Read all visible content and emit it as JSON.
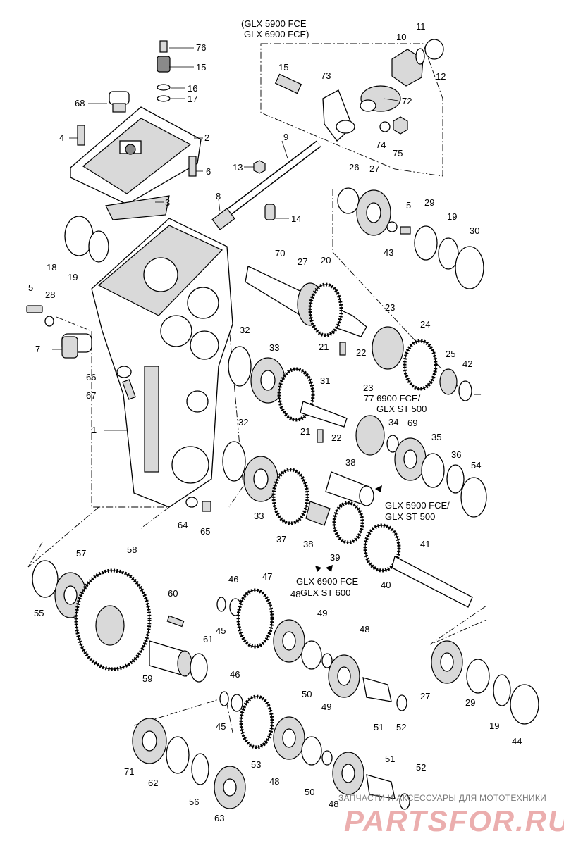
{
  "notes": {
    "top_variant_line1": "(GLX 5900 FCE",
    "top_variant_line2": "GLX 6900 FCE)",
    "mid_variant_line1": "77 6900 FCE/",
    "mid_variant_line2": "GLX ST 500",
    "sleeve_variant_line1": "GLX 5900 FCE/",
    "sleeve_variant_line2": "GLX ST 500",
    "gear_variant_line1": "GLX 6900 FCE",
    "gear_variant_line2": "GLX ST 600"
  },
  "callouts": [
    "76",
    "15",
    "16",
    "17",
    "68",
    "4",
    "2",
    "6",
    "3",
    "10",
    "11",
    "12",
    "15",
    "73",
    "72",
    "74",
    "75",
    "9",
    "13",
    "8",
    "14",
    "26",
    "27",
    "5",
    "29",
    "19",
    "30",
    "43",
    "18",
    "19",
    "70",
    "27",
    "20",
    "5",
    "28",
    "7",
    "32",
    "33",
    "23",
    "24",
    "21",
    "22",
    "25",
    "42",
    "66",
    "67",
    "31",
    "23",
    "1",
    "32",
    "21",
    "22",
    "34",
    "69",
    "35",
    "36",
    "54",
    "33",
    "38",
    "37",
    "38",
    "39",
    "41",
    "40",
    "64",
    "65",
    "55",
    "57",
    "58",
    "60",
    "46",
    "47",
    "48",
    "45",
    "49",
    "61",
    "59",
    "48",
    "27",
    "29",
    "19",
    "44",
    "46",
    "50",
    "45",
    "51",
    "52",
    "49",
    "71",
    "62",
    "56",
    "53",
    "48",
    "50",
    "63",
    "51",
    "52",
    "48"
  ],
  "watermark": {
    "tagline": "ЗАПЧАСТИ И АКСЕССУАРЫ ДЛЯ МОТОТЕХНИКИ",
    "logo": "PARTSFOR.RU"
  }
}
